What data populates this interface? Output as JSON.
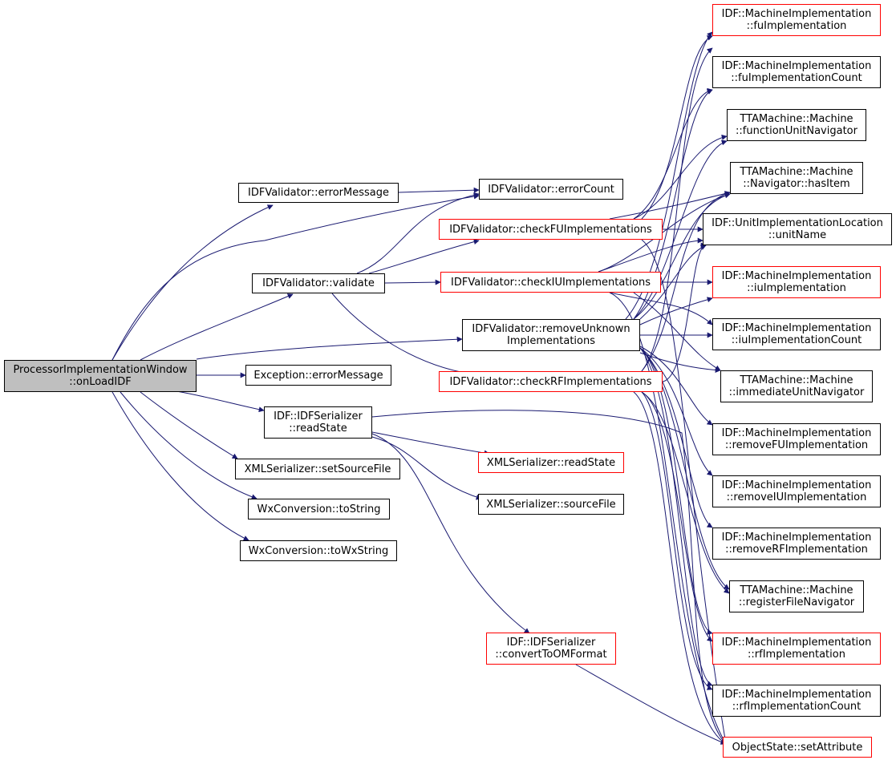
{
  "colors": {
    "edge": "#191970",
    "normal_border": "#000000",
    "link_border": "#ff0000",
    "root_fill": "#bfbfbf"
  },
  "nodes": {
    "root": {
      "line1": "ProcessorImplementationWindow",
      "line2": "::onLoadIDF"
    },
    "val_errorMessage": {
      "line1": "IDFValidator::errorMessage"
    },
    "val_errorCount": {
      "line1": "IDFValidator::errorCount"
    },
    "val_validate": {
      "line1": "IDFValidator::validate"
    },
    "val_checkFU": {
      "line1": "IDFValidator::checkFUImplementations"
    },
    "val_checkIU": {
      "line1": "IDFValidator::checkIUImplementations"
    },
    "val_removeUnknown": {
      "line1": "IDFValidator::removeUnknown",
      "line2": "Implementations"
    },
    "val_checkRF": {
      "line1": "IDFValidator::checkRFImplementations"
    },
    "exc_errorMessage": {
      "line1": "Exception::errorMessage"
    },
    "ser_readState": {
      "line1": "IDF::IDFSerializer",
      "line2": "::readState"
    },
    "xml_setSourceFile": {
      "line1": "XMLSerializer::setSourceFile"
    },
    "xml_readState": {
      "line1": "XMLSerializer::readState"
    },
    "xml_sourceFile": {
      "line1": "XMLSerializer::sourceFile"
    },
    "wx_toString": {
      "line1": "WxConversion::toString"
    },
    "wx_toWxString": {
      "line1": "WxConversion::toWxString"
    },
    "ser_convert": {
      "line1": "IDF::IDFSerializer",
      "line2": "::convertToOMFormat"
    },
    "mi_fuImpl": {
      "line1": "IDF::MachineImplementation",
      "line2": "::fuImplementation"
    },
    "mi_fuImplCount": {
      "line1": "IDF::MachineImplementation",
      "line2": "::fuImplementationCount"
    },
    "tta_fuNav": {
      "line1": "TTAMachine::Machine",
      "line2": "::functionUnitNavigator"
    },
    "tta_hasItem": {
      "line1": "TTAMachine::Machine",
      "line2": "::Navigator::hasItem"
    },
    "uil_unitName": {
      "line1": "IDF::UnitImplementationLocation",
      "line2": "::unitName"
    },
    "mi_iuImpl": {
      "line1": "IDF::MachineImplementation",
      "line2": "::iuImplementation"
    },
    "mi_iuImplCount": {
      "line1": "IDF::MachineImplementation",
      "line2": "::iuImplementationCount"
    },
    "tta_iuNav": {
      "line1": "TTAMachine::Machine",
      "line2": "::immediateUnitNavigator"
    },
    "mi_removeFU": {
      "line1": "IDF::MachineImplementation",
      "line2": "::removeFUImplementation"
    },
    "mi_removeIU": {
      "line1": "IDF::MachineImplementation",
      "line2": "::removeIUImplementation"
    },
    "mi_removeRF": {
      "line1": "IDF::MachineImplementation",
      "line2": "::removeRFImplementation"
    },
    "tta_rfNav": {
      "line1": "TTAMachine::Machine",
      "line2": "::registerFileNavigator"
    },
    "mi_rfImpl": {
      "line1": "IDF::MachineImplementation",
      "line2": "::rfImplementation"
    },
    "mi_rfImplCount": {
      "line1": "IDF::MachineImplementation",
      "line2": "::rfImplementationCount"
    },
    "os_setAttr": {
      "line1": "ObjectState::setAttribute"
    }
  }
}
